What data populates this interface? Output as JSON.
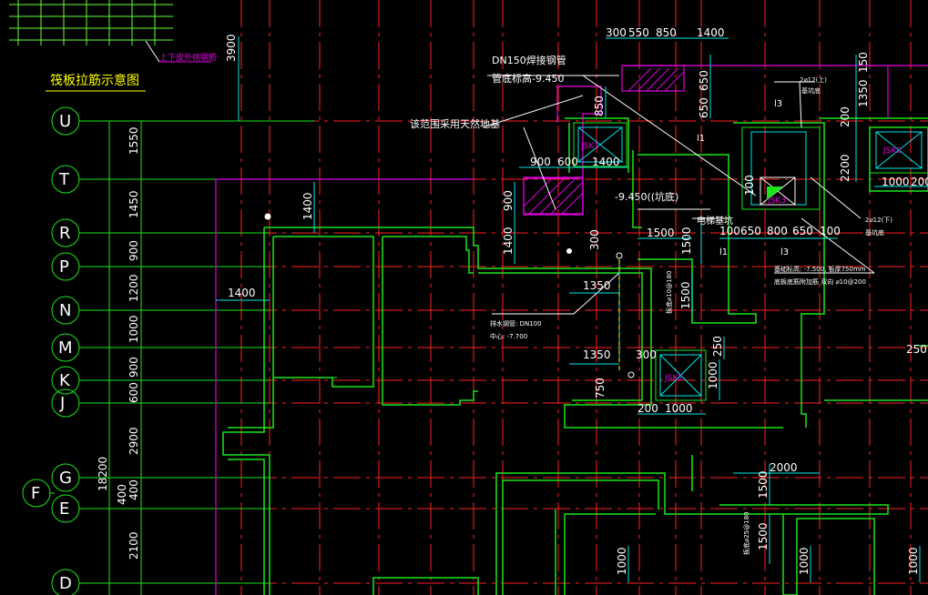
{
  "title": "筏板拉筋示意图",
  "top_label": "上下皮外侧钢筋",
  "axes": [
    {
      "label": "U"
    },
    {
      "label": "T"
    },
    {
      "label": "R"
    },
    {
      "label": "P"
    },
    {
      "label": "N"
    },
    {
      "label": "M"
    },
    {
      "label": "K"
    },
    {
      "label": "J"
    },
    {
      "label": "G"
    },
    {
      "label": "E"
    },
    {
      "label": "D"
    },
    {
      "label": "F"
    }
  ],
  "left_dims": [
    "1550",
    "1450",
    "900",
    "1200",
    "1000",
    "900",
    "600",
    "2900",
    "400",
    "2100"
  ],
  "total_dim": "18200",
  "dim_400": "400",
  "dims": {
    "d3900": "3900",
    "top_300": "300",
    "top_550": "550",
    "top_850": "850",
    "top_1400": "1400",
    "v650a": "650",
    "v850": "850",
    "v650b": "650",
    "d900": "900",
    "d600": "600",
    "d1400b": "1400",
    "d900v": "900",
    "d1400v": "1400",
    "d1400c": "1400",
    "d1400left": "1400",
    "d300": "300",
    "d1500a": "1500",
    "d1500v": "1500",
    "d1350a": "1350",
    "d1350b": "1350",
    "d300b": "300",
    "d750": "750",
    "d200": "200",
    "d1000a": "1000",
    "d1000v": "1000",
    "d250": "250",
    "d1500c": "1500",
    "d100a": "100",
    "d650a": "650",
    "d800": "800",
    "d650b": "650",
    "d100b": "100",
    "d150": "150",
    "d1350v": "1350",
    "d200v": "200",
    "d2200": "2200",
    "d1000b": "1000",
    "d200b": "200",
    "d100v": "100",
    "d2000": "2000",
    "d1500d": "1500",
    "d1500e": "1500",
    "d1000c": "1000",
    "d1000d": "1000",
    "d1000e": "1000",
    "d250r": "250"
  },
  "notes": {
    "dn150": "DN150焊接钢管",
    "pipe_bottom": "管底标高-9.450",
    "native_soil": "该范围采用天然地基",
    "pit": "-9.450((坑底)",
    "elevator_pit": "电梯基坑",
    "drain": "排水钢管: DN100",
    "center": "中心: -7.700",
    "l1a": "l1",
    "l1b": "l1",
    "l3a": "l3",
    "l3b": "l3",
    "rebar_a": "2⌀12(上)",
    "rebar_a_sub": "基坑底",
    "rebar_b": "2⌀12(下)",
    "rebar_b_sub": "基坑底",
    "pit_elev": "基础标高: -7.500, 板厚750mm",
    "pit_rebar": "底板底筋附加筋 双向 ⌀10@200",
    "side_rebar": "板底⌀10@180",
    "side_rebar2": "板底⌀25@180"
  },
  "sumps": {
    "jsk1": "JSK1",
    "jsk2": "JSK2",
    "jsk3": "JSK3",
    "jsk2b": "JSK2"
  }
}
